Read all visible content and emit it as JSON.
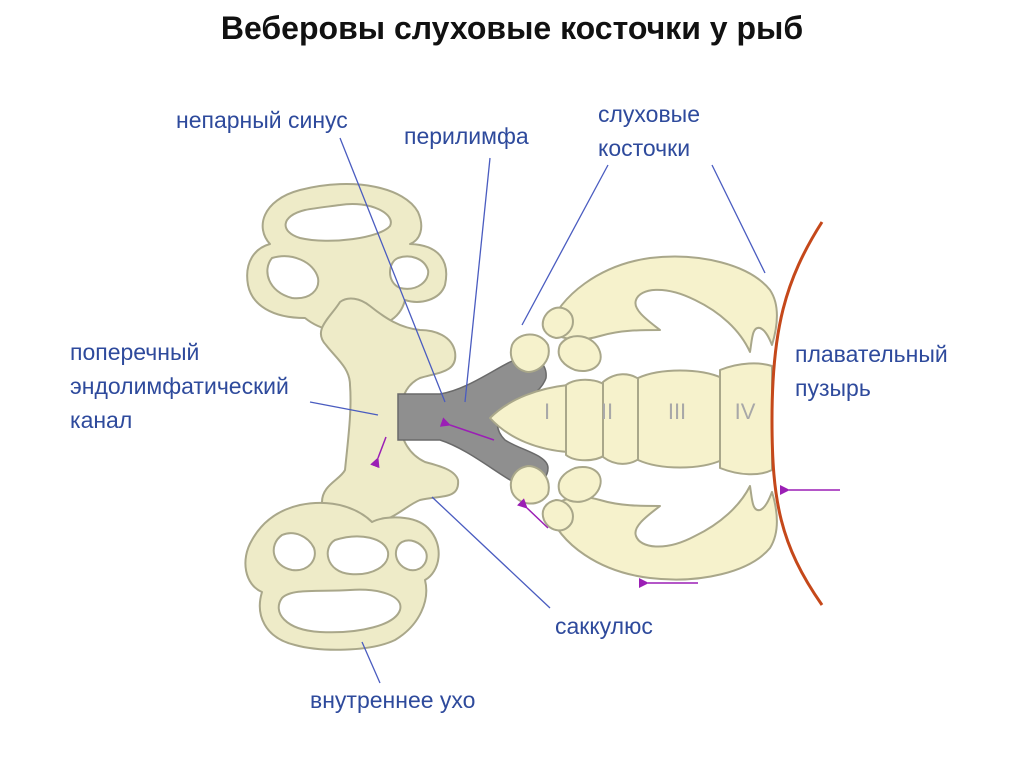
{
  "title": "Веберовы слуховые косточки у рыб",
  "labels": {
    "unpaired_sinus": "непарный синус",
    "perilymph": "перилимфа",
    "ossicles_line1": "слуховые",
    "ossicles_line2": "косточки",
    "transverse_line1": "поперечный",
    "transverse_line2": "эндолимфатический",
    "transverse_line3": "канал",
    "swim_bladder_line1": "плавательный",
    "swim_bladder_line2": "пузырь",
    "sacculus": "саккулюс",
    "inner_ear": "внутреннее ухо"
  },
  "vertebrae": [
    "I",
    "II",
    "III",
    "IV"
  ],
  "colors": {
    "bone": "#f3f0c8",
    "bone_outline": "#a9a78a",
    "sinus_fill": "#8f8f8f",
    "label_text": "#2e4a9c",
    "leader_line": "#4a5cc0",
    "arrow": "#9b1fb5",
    "swim_bladder_wall": "#c5481a"
  }
}
